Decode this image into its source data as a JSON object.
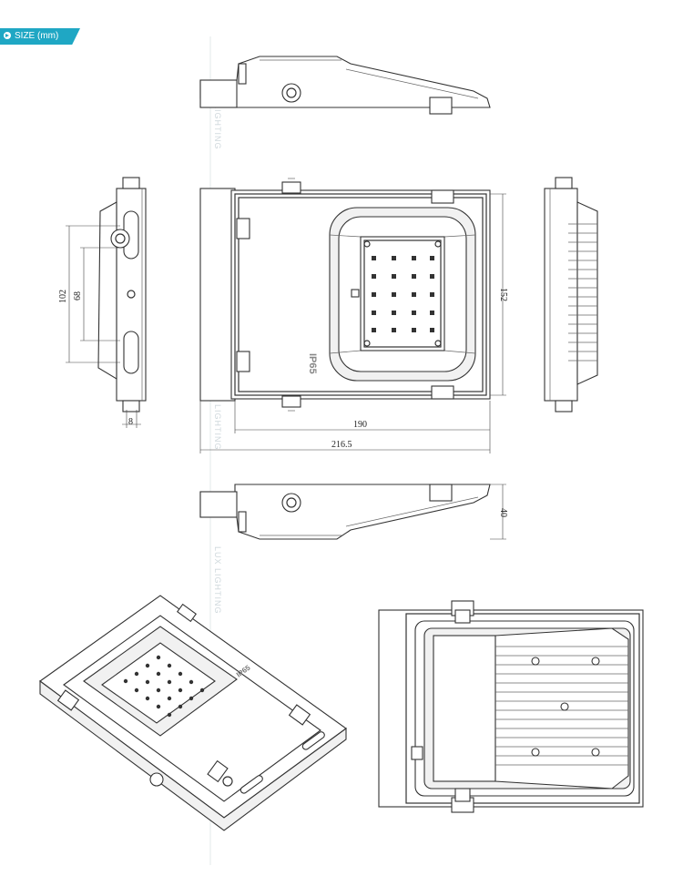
{
  "header": {
    "size_label": "SIZE (mm)"
  },
  "dimensions": {
    "height_outer": "102",
    "height_inner": "68",
    "width_inner": "190",
    "width_outer": "216.5",
    "depth_side": "152",
    "thickness": "40",
    "bracket": "8"
  },
  "product": {
    "ip_rating": "IP65"
  },
  "watermark": {
    "text": "LUX LIGHTING"
  },
  "colors": {
    "accent": "#1fa7c4",
    "line": "#333333"
  }
}
